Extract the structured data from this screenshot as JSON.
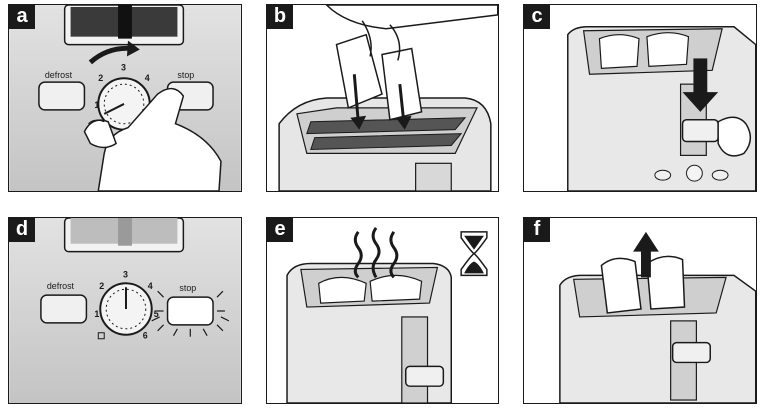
{
  "panels": {
    "a": {
      "tag": "a",
      "defrost_label": "defrost",
      "stop_label": "stop",
      "dial_numbers": [
        "1",
        "2",
        "3",
        "4"
      ]
    },
    "b": {
      "tag": "b"
    },
    "c": {
      "tag": "c"
    },
    "d": {
      "tag": "d",
      "defrost_label": "defrost",
      "stop_label": "stop",
      "dial_numbers": [
        "1",
        "2",
        "3",
        "4",
        "5",
        "6"
      ]
    },
    "e": {
      "tag": "e"
    },
    "f": {
      "tag": "f"
    }
  },
  "colors": {
    "ink": "#1a1a1a",
    "panel_grey": "#d4d4d4",
    "metal": "#c8c8c8",
    "arrow": "#1a1a1a"
  },
  "icons": [
    "rotate-arrow-icon",
    "insert-arrow-icon",
    "press-down-arrow-icon",
    "steam-icon",
    "hourglass-icon",
    "eject-arrow-icon",
    "flash-rays-icon"
  ]
}
